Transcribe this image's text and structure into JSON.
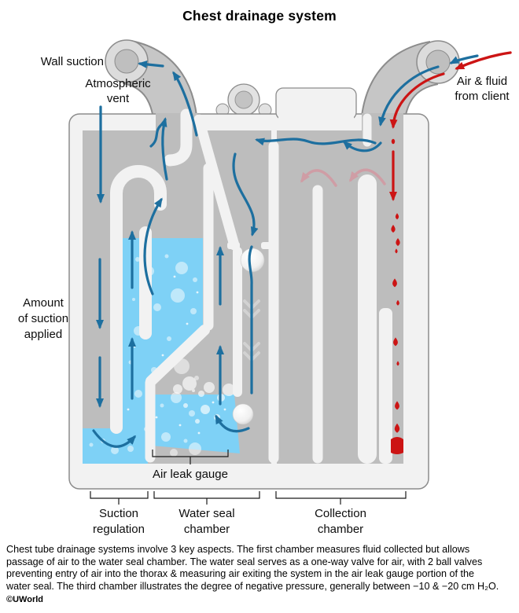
{
  "title": "Chest drainage system",
  "labels": {
    "wall_suction": "Wall suction",
    "atmospheric_vent": [
      "Atmospheric",
      "vent"
    ],
    "air_fluid_from_client": [
      "Air & fluid",
      "from client"
    ],
    "amount_of_suction": [
      "Amount",
      "of suction",
      "applied"
    ],
    "air_leak_gauge": "Air leak gauge",
    "suction_regulation": [
      "Suction",
      "regulation"
    ],
    "water_seal_chamber": [
      "Water seal",
      "chamber"
    ],
    "collection_chamber": [
      "Collection",
      "chamber"
    ]
  },
  "caption": {
    "lines": [
      "Chest tube drainage systems involve 3 key aspects. The first chamber measures fluid collected but allows",
      "passage of air to the water seal chamber. The water seal serves as a one-way valve for air, with 2 ball valves",
      "preventing entry of air into the thorax & measuring air exiting the system in the air leak gauge portion of the",
      "water seal. The third chamber illustrates the degree of negative pressure, generally between −10 & −20 cm H₂O."
    ]
  },
  "credit": "©UWorld",
  "colors": {
    "water": "#7ed1f6",
    "air_flow_arrow": "#1d6f9f",
    "fluid_flow_arrow": "#cc1414",
    "fluid_flow_faded": "#cf9da5",
    "chamber_gray": "#bdbdbd",
    "body_gray": "#f2f2f2",
    "tube_gray": "#c6c6c6"
  }
}
